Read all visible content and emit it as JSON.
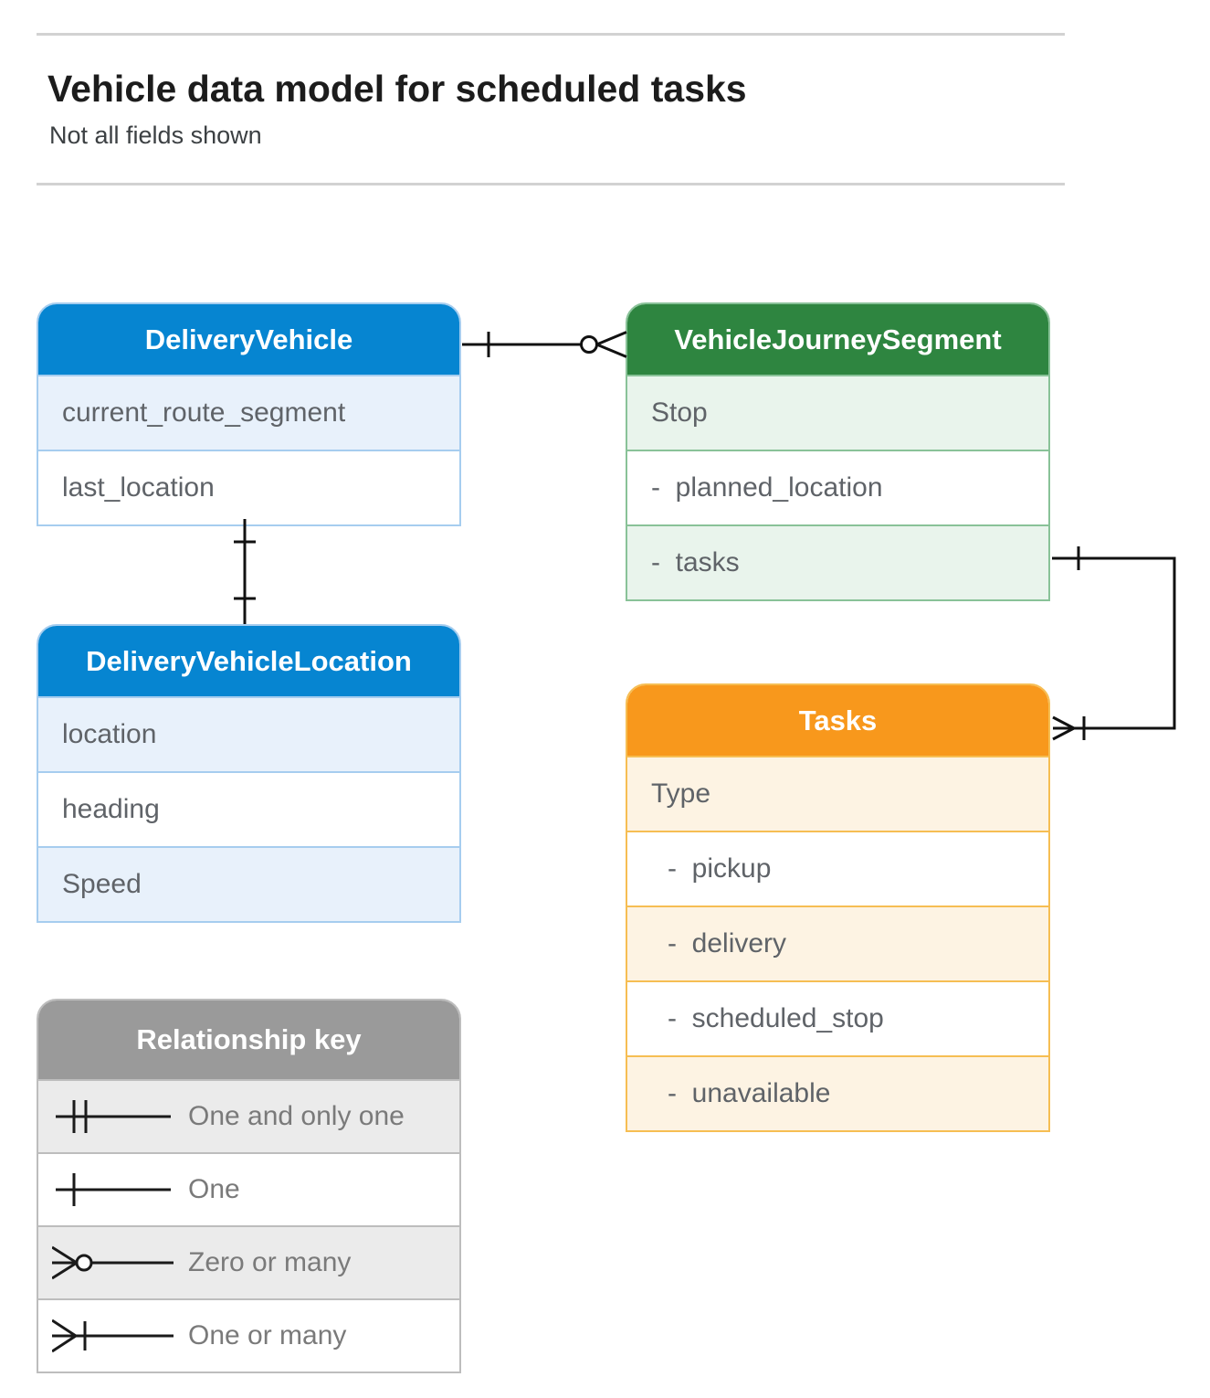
{
  "page": {
    "title": "Vehicle data model for scheduled tasks",
    "subtitle": "Not all fields shown"
  },
  "entities": {
    "delivery_vehicle": {
      "title": "DeliveryVehicle",
      "rows": [
        "current_route_segment",
        "last_location"
      ]
    },
    "vehicle_journey_segment": {
      "title": "VehicleJourneySegment",
      "rows": [
        "Stop",
        "-  planned_location",
        "-  tasks"
      ]
    },
    "delivery_vehicle_location": {
      "title": "DeliveryVehicleLocation",
      "rows": [
        "location",
        "heading",
        "Speed"
      ]
    },
    "tasks": {
      "title": "Tasks",
      "rows": [
        "Type",
        "-  pickup",
        "-  delivery",
        "-  scheduled_stop",
        "-  unavailable"
      ]
    }
  },
  "legend": {
    "title": "Relationship key",
    "items": [
      {
        "symbol": "one-and-only-one",
        "label": "One and only one"
      },
      {
        "symbol": "one",
        "label": "One"
      },
      {
        "symbol": "zero-or-many",
        "label": "Zero or many"
      },
      {
        "symbol": "one-or-many",
        "label": "One or many"
      }
    ]
  },
  "relationships": [
    {
      "from": "DeliveryVehicle",
      "from_cardinality": "one",
      "to": "VehicleJourneySegment",
      "to_cardinality": "zero-or-many"
    },
    {
      "from": "DeliveryVehicle",
      "from_cardinality": "one",
      "to": "DeliveryVehicleLocation",
      "to_cardinality": "one"
    },
    {
      "from": "VehicleJourneySegment.tasks",
      "from_cardinality": "one",
      "to": "Tasks",
      "to_cardinality": "one-or-many"
    }
  ],
  "colors": {
    "blue_header": "#0685d1",
    "blue_row": "#e8f1fb",
    "blue_border": "#a6cdef",
    "green_header": "#2e8540",
    "green_row": "#e9f4ec",
    "green_border": "#89c298",
    "orange_header": "#f8981c",
    "orange_row": "#fdf3e3",
    "orange_border": "#f6be53",
    "gray_header": "#9a9a9a",
    "gray_row": "#ebebeb",
    "line": "#111111",
    "field_text": "#5f6368"
  }
}
